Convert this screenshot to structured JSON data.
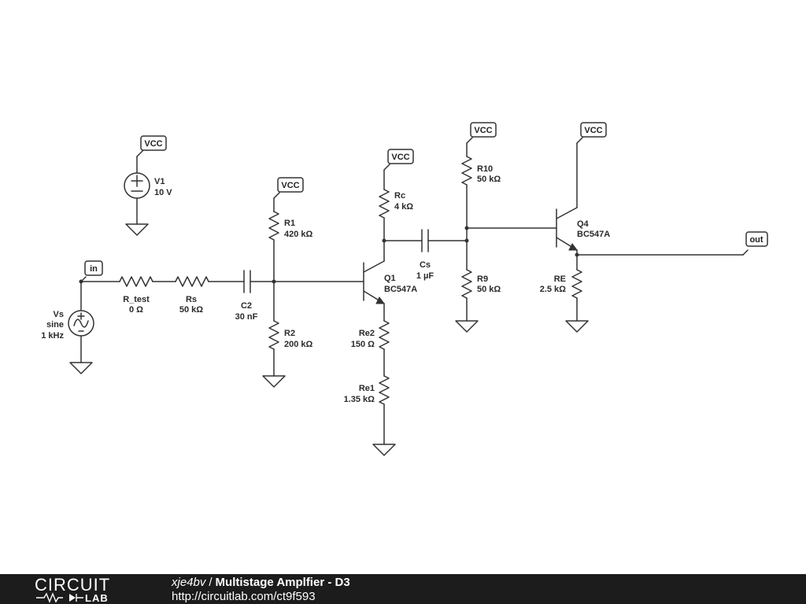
{
  "colors": {
    "wire": "#333333",
    "footer_bg": "#1c1c1c",
    "footer_text": "#ffffff"
  },
  "net_labels": {
    "vcc": "VCC",
    "in": "in",
    "out": "out"
  },
  "components": {
    "V1": {
      "name": "V1",
      "value": "10 V"
    },
    "Vs": {
      "name": "Vs",
      "type": "sine",
      "freq": "1 kHz"
    },
    "R_test": {
      "name": "R_test",
      "value": "0 Ω"
    },
    "Rs": {
      "name": "Rs",
      "value": "50 kΩ"
    },
    "C2": {
      "name": "C2",
      "value": "30 nF"
    },
    "R1": {
      "name": "R1",
      "value": "420 kΩ"
    },
    "R2": {
      "name": "R2",
      "value": "200 kΩ"
    },
    "Rc": {
      "name": "Rc",
      "value": "4 kΩ"
    },
    "Q1": {
      "name": "Q1",
      "model": "BC547A"
    },
    "Cs": {
      "name": "Cs",
      "value": "1 µF"
    },
    "Re2": {
      "name": "Re2",
      "value": "150 Ω"
    },
    "Re1": {
      "name": "Re1",
      "value": "1.35 kΩ"
    },
    "R10": {
      "name": "R10",
      "value": "50 kΩ"
    },
    "R9": {
      "name": "R9",
      "value": "50 kΩ"
    },
    "Q4": {
      "name": "Q4",
      "model": "BC547A"
    },
    "RE": {
      "name": "RE",
      "value": "2.5 kΩ"
    }
  },
  "footer": {
    "logo_top": "CIRCUIT",
    "logo_bottom": "LAB",
    "author": "xje4bv",
    "separator": "/",
    "title": "Multistage Amplfier - D3",
    "url": "http://circuitlab.com/ct9f593"
  }
}
